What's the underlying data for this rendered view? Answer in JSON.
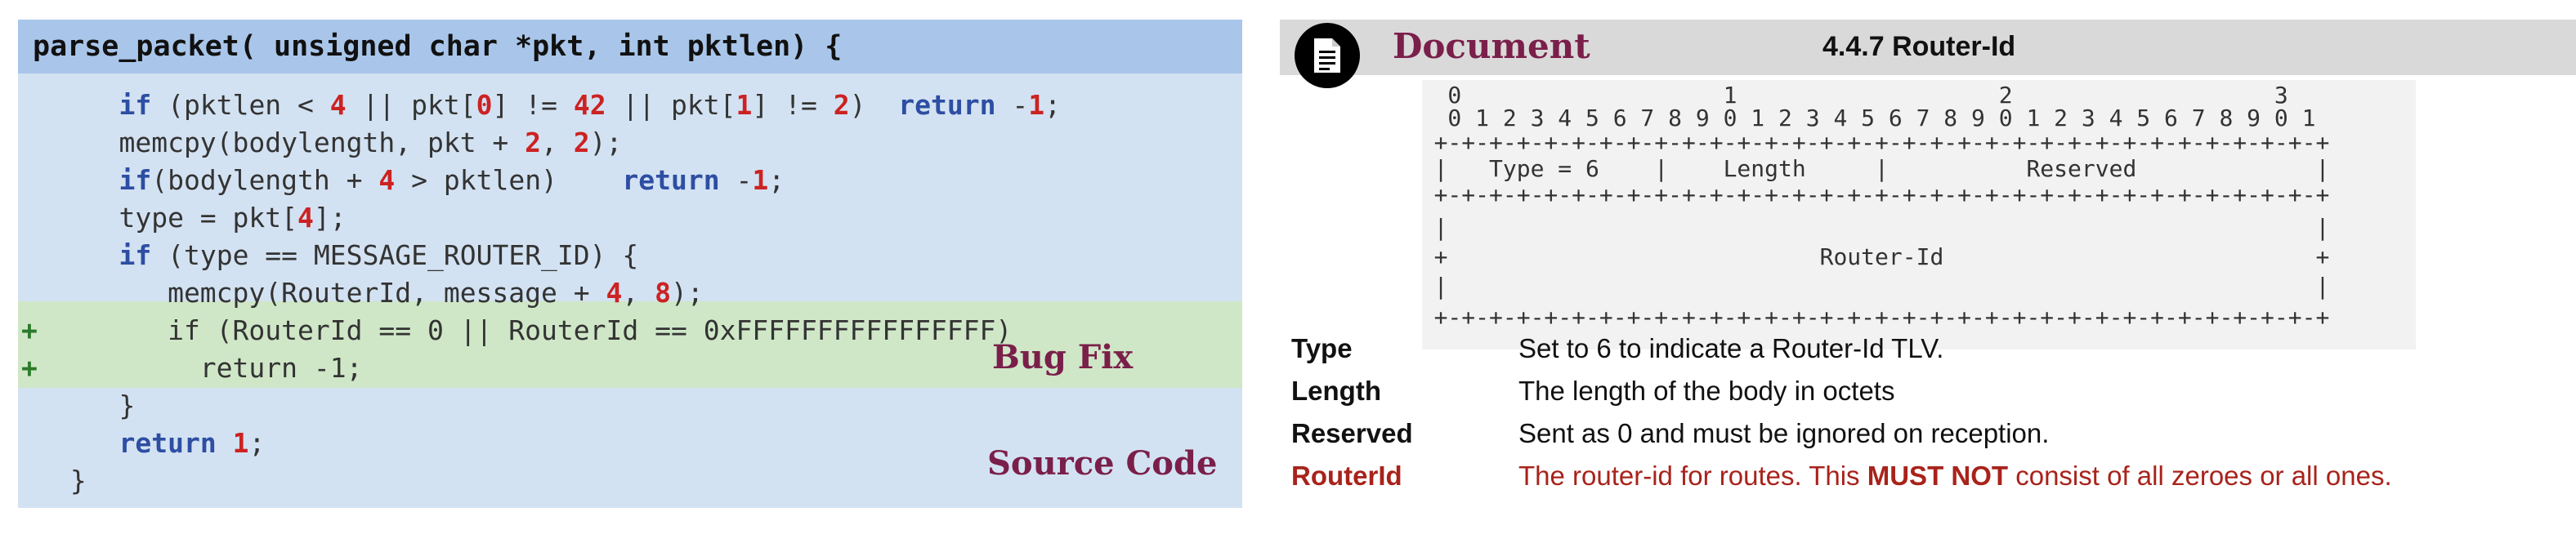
{
  "code": {
    "label": "Source Code",
    "fix_label": "Bug Fix",
    "header_line": "parse_packet( unsigned char *pkt, int pktlen) {",
    "lines": [
      {
        "plus": "",
        "segs": [
          [
            "t",
            "    "
          ],
          [
            "kw",
            "if"
          ],
          [
            "t",
            " (pktlen < "
          ],
          [
            "num",
            "4"
          ],
          [
            "t",
            " || pkt["
          ],
          [
            "num",
            "0"
          ],
          [
            "t",
            "] != "
          ],
          [
            "num",
            "42"
          ],
          [
            "t",
            " || pkt["
          ],
          [
            "num",
            "1"
          ],
          [
            "t",
            "] != "
          ],
          [
            "num",
            "2"
          ],
          [
            "t",
            ")  "
          ],
          [
            "kw",
            "return"
          ],
          [
            "t",
            " -"
          ],
          [
            "num",
            "1"
          ],
          [
            "t",
            ";"
          ]
        ]
      },
      {
        "plus": "",
        "segs": [
          [
            "t",
            "    memcpy(bodylength, pkt + "
          ],
          [
            "num",
            "2"
          ],
          [
            "t",
            ", "
          ],
          [
            "num",
            "2"
          ],
          [
            "t",
            ");"
          ]
        ]
      },
      {
        "plus": "",
        "segs": [
          [
            "t",
            "    "
          ],
          [
            "kw",
            "if"
          ],
          [
            "t",
            "(bodylength + "
          ],
          [
            "num",
            "4"
          ],
          [
            "t",
            " > pktlen)    "
          ],
          [
            "kw",
            "return"
          ],
          [
            "t",
            " -"
          ],
          [
            "num",
            "1"
          ],
          [
            "t",
            ";"
          ]
        ]
      },
      {
        "plus": "",
        "segs": [
          [
            "t",
            "    type = pkt["
          ],
          [
            "num",
            "4"
          ],
          [
            "t",
            "];"
          ]
        ]
      },
      {
        "plus": "",
        "segs": [
          [
            "t",
            "    "
          ],
          [
            "kw",
            "if"
          ],
          [
            "t",
            " (type == MESSAGE_ROUTER_ID) {"
          ]
        ]
      },
      {
        "plus": "",
        "segs": [
          [
            "t",
            "       memcpy(RouterId, message + "
          ],
          [
            "num",
            "4"
          ],
          [
            "t",
            ", "
          ],
          [
            "num",
            "8"
          ],
          [
            "t",
            ");"
          ]
        ]
      },
      {
        "plus": "+",
        "segs": [
          [
            "t",
            "       if (RouterId == 0 || RouterId == 0xFFFFFFFFFFFFFFFF)"
          ]
        ]
      },
      {
        "plus": "+",
        "segs": [
          [
            "t",
            "         return -1;"
          ]
        ]
      },
      {
        "plus": "",
        "segs": [
          [
            "t",
            "    }"
          ]
        ]
      },
      {
        "plus": "",
        "segs": [
          [
            "t",
            "    "
          ],
          [
            "kw",
            "return"
          ],
          [
            "t",
            " "
          ],
          [
            "num",
            "1"
          ],
          [
            "t",
            ";"
          ]
        ]
      },
      {
        "plus": "",
        "segs": [
          [
            "t",
            " }"
          ]
        ]
      }
    ]
  },
  "document": {
    "title": "Document",
    "section": "4.4.7 Router-Id",
    "icon": "document-icon",
    "ascii": [
      "    0                   1                   2                   3",
      "    0 1 2 3 4 5 6 7 8 9 0 1 2 3 4 5 6 7 8 9 0 1 2 3 4 5 6 7 8 9 0 1",
      "   +-+-+-+-+-+-+-+-+-+-+-+-+-+-+-+-+-+-+-+-+-+-+-+-+-+-+-+-+-+-+-+-+",
      "   |   Type = 6    |    Length     |          Reserved             |",
      "   +-+-+-+-+-+-+-+-+-+-+-+-+-+-+-+-+-+-+-+-+-+-+-+-+-+-+-+-+-+-+-+-+",
      "   |                                                               |",
      "   +                           Router-Id                           +",
      "   |                                                               |",
      "   +-+-+-+-+-+-+-+-+-+-+-+-+-+-+-+-+-+-+-+-+-+-+-+-+-+-+-+-+-+-+-+-+"
    ],
    "fields": [
      {
        "name": "Type",
        "desc": "Set to 6 to indicate a Router-Id TLV."
      },
      {
        "name": "Length",
        "desc": "The length of the body in octets"
      },
      {
        "name": "Reserved",
        "desc": "Sent as 0 and must be ignored on reception."
      },
      {
        "name": "RouterId",
        "desc_pre": "The router-id for routes. This ",
        "desc_bold": "MUST NOT",
        "desc_post": " consist of all zeroes or all ones."
      }
    ],
    "highlight_color": "#a8231b"
  }
}
